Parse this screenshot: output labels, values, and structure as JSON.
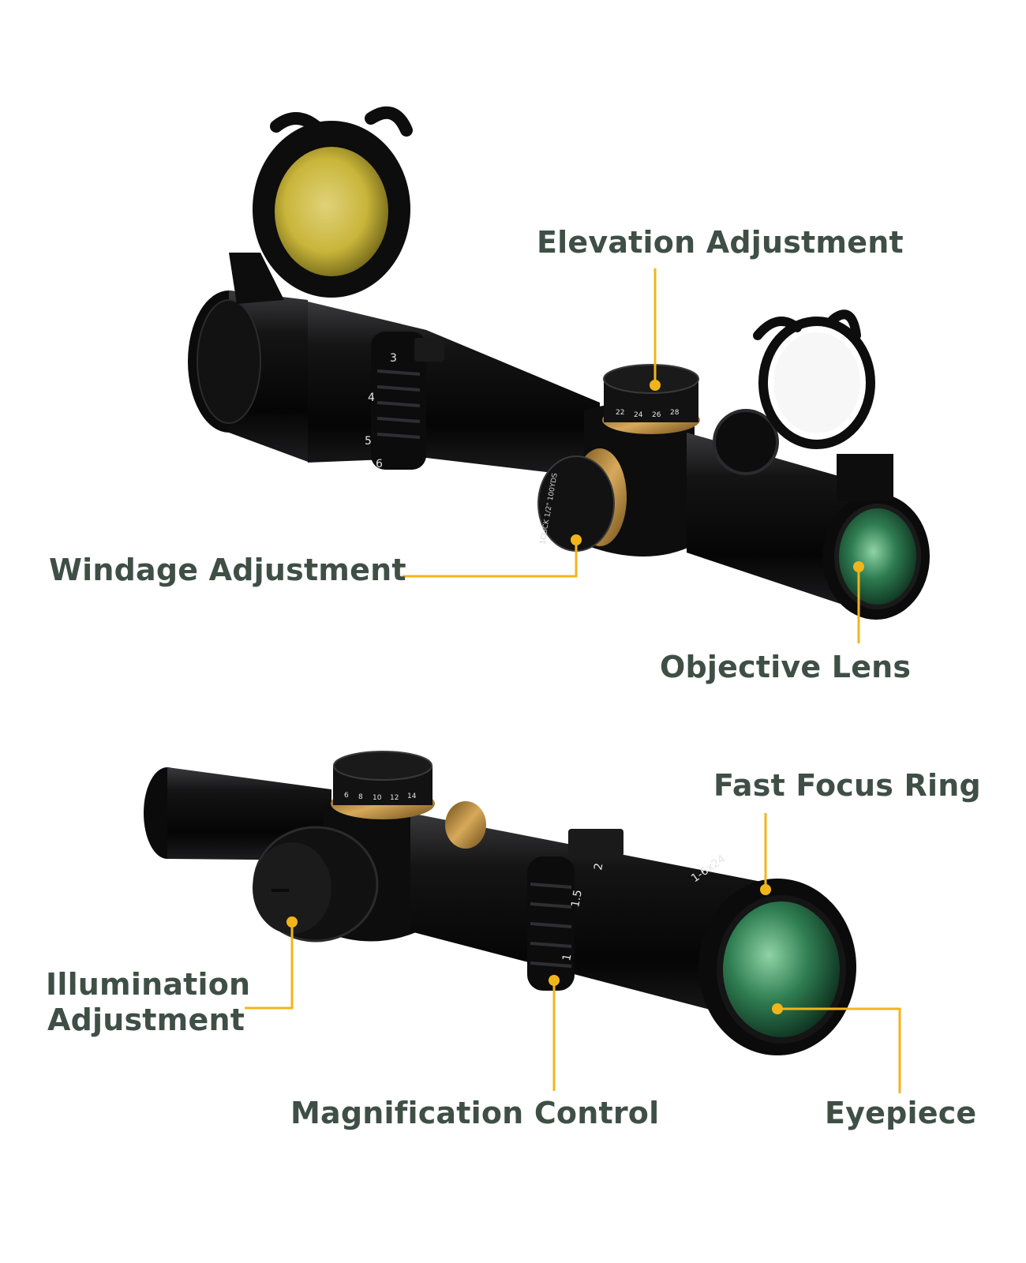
{
  "colors": {
    "label_text": "#3f4f46",
    "leader_line": "#f1b51c",
    "background": "#ffffff",
    "body_black": "#0f0f10",
    "brass_ring": "#b98a3a",
    "lens_green": "#2f7d52",
    "cap_yellow": "#c9b53a"
  },
  "callouts": {
    "elevation": "Elevation Adjustment",
    "windage": "Windage Adjustment",
    "objective": "Objective Lens",
    "focus": "Fast Focus Ring",
    "illumination_line1": "Illumination",
    "illumination_line2": "Adjustment",
    "magnification": "Magnification Control",
    "eyepiece": "Eyepiece"
  },
  "scope_markings": {
    "top_power_numbers": [
      "3",
      "4",
      "5",
      "6"
    ],
    "top_turret_numbers": [
      "22",
      "24",
      "26",
      "28"
    ],
    "side_turret_text": "1CLICK 1/2\" 100YDS",
    "bottom_power_numbers": [
      "1.5",
      "2",
      "1"
    ],
    "bottom_turret_numbers": [
      "6",
      "8",
      "10",
      "12",
      "14"
    ],
    "bottom_eyepiece_text": "1-6x24"
  },
  "icons": [
    "scope-top-illustration",
    "scope-bottom-illustration",
    "flip-cap-icon",
    "lens-icon",
    "turret-icon"
  ]
}
